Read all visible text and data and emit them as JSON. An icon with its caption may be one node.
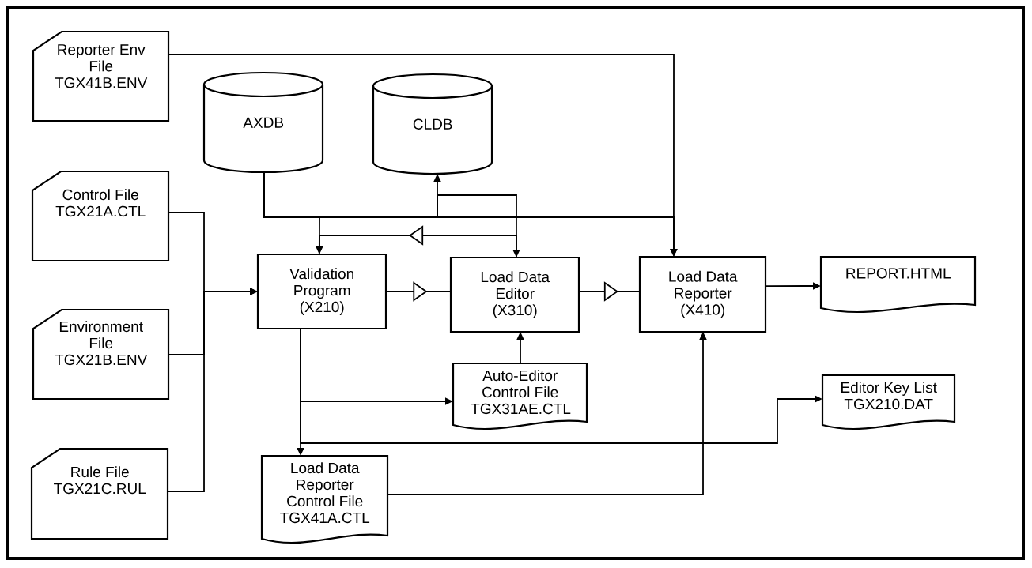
{
  "diagram": {
    "nodes": [
      {
        "text": [
          "Reporter Env File TGX41B.ENV"
        ]
      },
      {
        "text": [
          "AXDB"
        ]
      },
      {
        "text": [
          "CLDB"
        ]
      },
      {
        "text": [
          "Control File TGX21A.CTL"
        ]
      },
      {
        "text": [
          "Environment File TGX21B.ENV"
        ]
      },
      {
        "text": [
          "Rule File TGX21C.RUL"
        ]
      },
      {
        "text": [
          "Validation Program (X210)"
        ]
      },
      {
        "text": [
          "Load Data Editor (X310)"
        ]
      },
      {
        "text": [
          "Load Data Reporter (X410)"
        ]
      },
      {
        "text": [
          "REPORT.HTML"
        ]
      },
      {
        "text": [
          "Auto-Editor Control File TGX31AE.CTL"
        ]
      },
      {
        "text": [
          "Editor Key List TGX210.DAT"
        ]
      },
      {
        "text": [
          "Load Data Reporter Control File TGX41A.CTL"
        ]
      }
    ],
    "edges": [
      {
        "from": 0,
        "to": 8,
        "arrow": "to"
      },
      {
        "from": 1,
        "to": 6,
        "arrow": "to"
      },
      {
        "from": 1,
        "to": 8,
        "arrow": "to"
      },
      {
        "from": 1,
        "to": 2,
        "arrow": "to"
      },
      {
        "from": 1,
        "to": 7,
        "arrow": "to"
      },
      {
        "from": 7,
        "to": 6,
        "arrow": "to"
      },
      {
        "from": 3,
        "to": 6,
        "arrow": "to"
      },
      {
        "from": 4,
        "to": 6,
        "arrow": "to"
      },
      {
        "from": 5,
        "to": 6,
        "arrow": "to"
      },
      {
        "from": 6,
        "to": 7,
        "arrow": "to"
      },
      {
        "from": 7,
        "to": 8,
        "arrow": "to"
      },
      {
        "from": 8,
        "to": 9,
        "arrow": "to"
      },
      {
        "from": 10,
        "to": 7,
        "arrow": "to"
      },
      {
        "from": 6,
        "to": 10,
        "arrow": "to"
      },
      {
        "from": 6,
        "to": 12,
        "arrow": "to"
      },
      {
        "from": 6,
        "to": 11,
        "arrow": "to"
      },
      {
        "from": 12,
        "to": 8,
        "arrow": "to"
      }
    ]
  }
}
